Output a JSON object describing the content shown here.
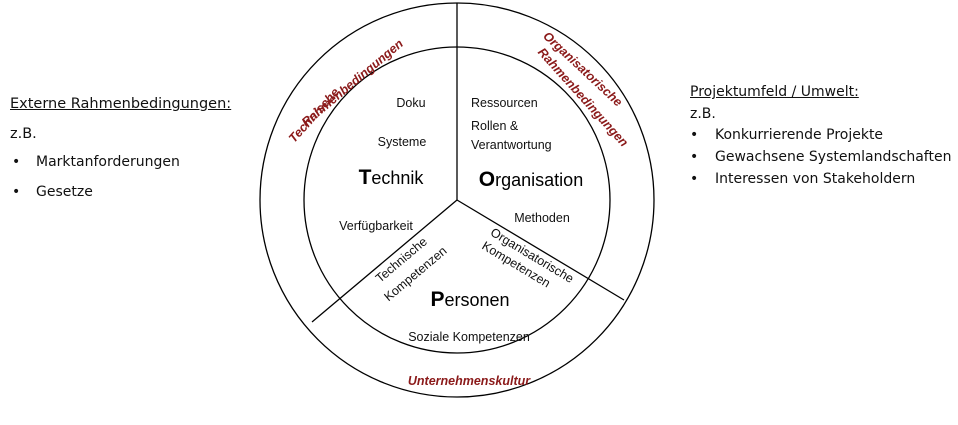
{
  "left": {
    "heading": "Externe Rahmenbedingungen:",
    "zb": "z.B.",
    "items": [
      "Marktanforderungen",
      "Gesetze"
    ]
  },
  "right": {
    "heading": "Projektumfeld / Umwelt:",
    "zb": "z.B.",
    "items": [
      "Konkurrierende Projekte",
      "Gewachsene Systemlandschaften",
      "Interessen von Stakeholdern"
    ]
  },
  "diagram": {
    "outer": {
      "technical": [
        "Technische",
        "Rahmenbedingungen"
      ],
      "organizational": [
        "Organisatorische",
        "Rahmenbedingungen"
      ],
      "culture": "Unternehmenskultur"
    },
    "technik": {
      "initial": "T",
      "rest": "echnik",
      "items": [
        "Doku",
        "Systeme",
        "Verfügbarkeit"
      ]
    },
    "organisation": {
      "initial": "O",
      "rest": "rganisation",
      "items": [
        "Ressourcen",
        "Rollen &",
        "Verantwortung",
        "Methoden"
      ]
    },
    "personen": {
      "initial": "P",
      "rest": "ersonen",
      "items": [
        "Soziale Kompetenzen"
      ]
    },
    "boundaries": {
      "technical_competence": [
        "Technische",
        "Kompetenzen"
      ],
      "organizational_competence": [
        "Organisatorische",
        "Kompetenzen"
      ]
    }
  },
  "colors": {
    "accent": "#8b1a1a",
    "lines": "#000000"
  }
}
